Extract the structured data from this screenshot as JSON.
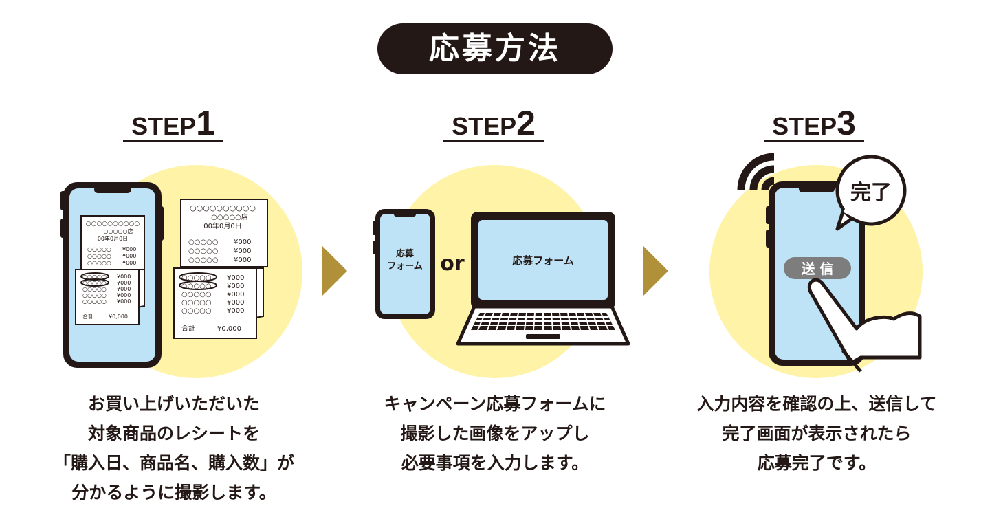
{
  "title": "応募方法",
  "steps": [
    {
      "label": "STEP",
      "number": "1",
      "description": [
        "お買い上げいただいた",
        "対象商品のレシートを",
        "「購入日、商品名、購入数」が",
        "分かるように撮影します。"
      ],
      "receipt": {
        "shop_dots": "○○○○○○○○○○",
        "shop_line2": "○○○○○店",
        "date": "00年0月0日",
        "item_dots": "○○○○○",
        "price": "¥000",
        "total_label": "合計",
        "total_value": "¥0,000"
      }
    },
    {
      "label": "STEP",
      "number": "2",
      "description": [
        "キャンペーン応募フォームに",
        "撮影した画像をアップし",
        "必要事項を入力します。"
      ],
      "phone_form_line1": "応募",
      "phone_form_line2": "フォーム",
      "or_text": "or",
      "laptop_form": "応募フォーム"
    },
    {
      "label": "STEP",
      "number": "3",
      "description": [
        "入力内容を確認の上、送信して",
        "完了画面が表示されたら",
        "応募完了です。"
      ],
      "complete_bubble": "完了",
      "send_button": "送 信"
    }
  ],
  "colors": {
    "dark": "#231815",
    "circle": "#fff3a8",
    "screen": "#bee3f6",
    "arrow": "#b0913a",
    "send_button": "#7d7d7d"
  }
}
